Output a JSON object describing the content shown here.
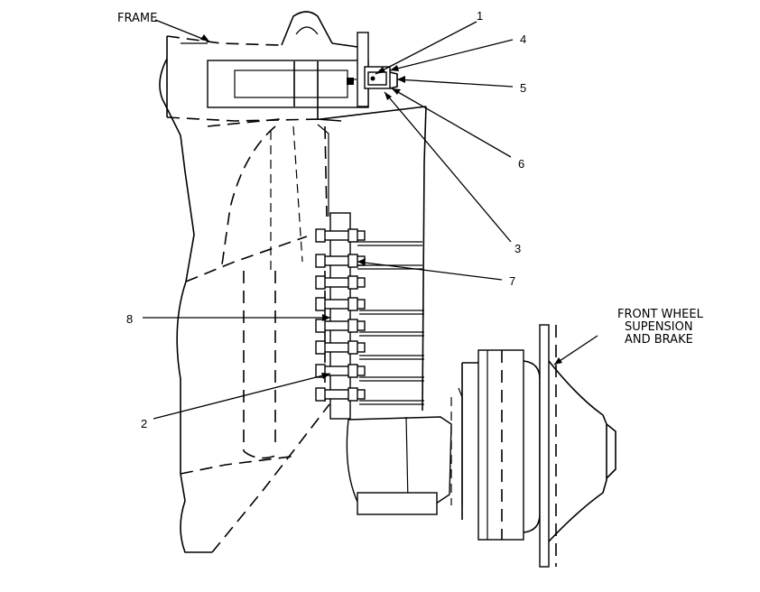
{
  "labels": {
    "frame": "FRAME",
    "wheel_line1": "FRONT WHEEL",
    "wheel_line2": "SUPENSION",
    "wheel_line3": "AND BRAKE"
  },
  "callouts": [
    "1",
    "4",
    "5",
    "6",
    "3",
    "7",
    "8",
    "2"
  ]
}
